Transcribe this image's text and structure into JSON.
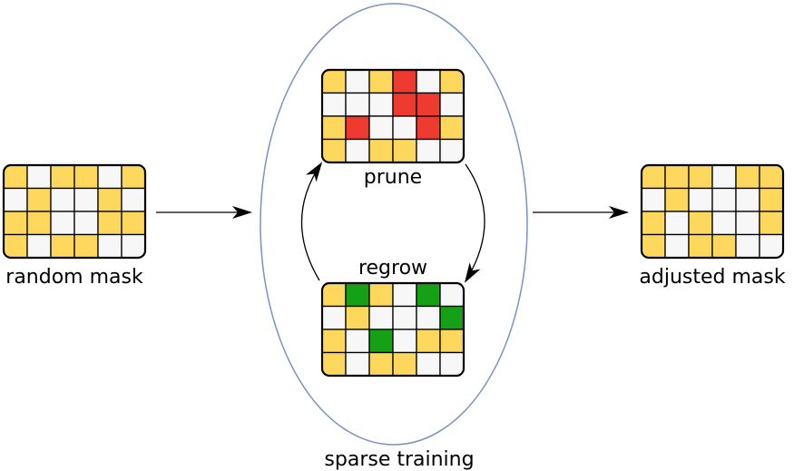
{
  "labels": {
    "random_mask": "random mask",
    "prune": "prune",
    "regrow": "regrow",
    "adjusted_mask": "adjusted mask",
    "sparse_training": "sparse training"
  },
  "colors": {
    "Y": "#fdd85d",
    "W": "#f7f7f7",
    "R": "#ee3a2f",
    "G": "#16a016",
    "border": "#000000",
    "ellipse": "#7a93c0"
  },
  "grids": {
    "random_mask": [
      "YWYYWY",
      "WYWWYW",
      "YYWWYY",
      "YWYYWW"
    ],
    "prune": [
      "YWYRWY",
      "WWWRRW",
      "YRWWRY",
      "YWYYWW"
    ],
    "regrow": [
      "YGYWGW",
      "WYWWWG",
      "YWGWYY",
      "YWYYWW"
    ],
    "adjusted_mask": [
      "YYYWYY",
      "WYWWWY",
      "YWYWWY",
      "YWYYWW"
    ]
  }
}
